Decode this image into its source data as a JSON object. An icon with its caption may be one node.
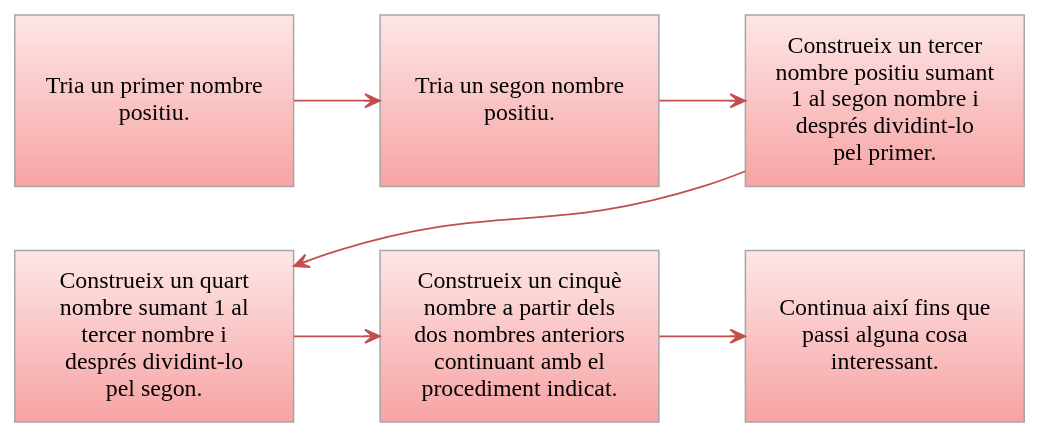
{
  "diagram": {
    "nodes": [
      {
        "text": [
          "Tria un primer nombre positiu."
        ]
      },
      {
        "text": [
          "Tria un segon nombre positiu."
        ]
      },
      {
        "text": [
          "Construeix un tercer nombre positiu sumant 1 al segon nombre i després dividint-lo pel primer."
        ]
      },
      {
        "text": [
          "Construeix un quart nombre sumant 1 al tercer nombre i després dividint-lo pel segon."
        ]
      },
      {
        "text": [
          "Construeix un cinquè nombre a partir dels dos nombres anteriors continuant amb el procediment indicat."
        ]
      },
      {
        "text": [
          "Continua així fins que passi alguna cosa interessant."
        ]
      }
    ],
    "edges": [
      {
        "from": 0,
        "to": 1,
        "arrow": "to"
      },
      {
        "from": 1,
        "to": 2,
        "arrow": "to"
      },
      {
        "from": 2,
        "to": 3,
        "arrow": "to"
      },
      {
        "from": 3,
        "to": 4,
        "arrow": "to"
      },
      {
        "from": 4,
        "to": 5,
        "arrow": "to"
      }
    ]
  }
}
